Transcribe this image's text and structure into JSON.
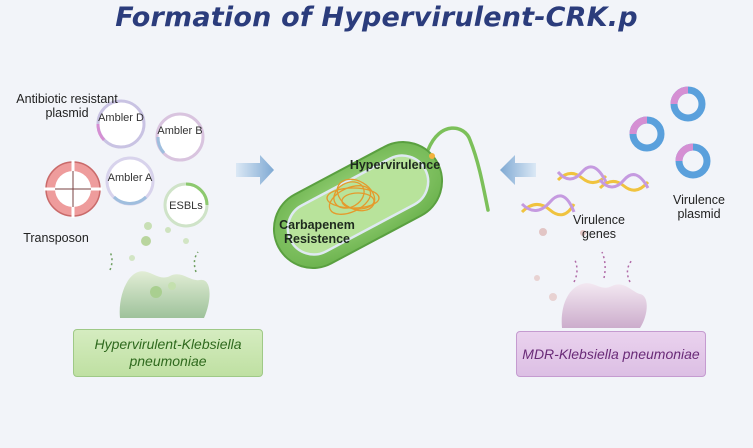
{
  "title": "Formation of Hypervirulent-CRK.p",
  "left": {
    "antibiotic_label": "Antibiotic resistant plasmid",
    "transposon_label": "Transposon",
    "plasmids": [
      {
        "label": "Ambler D"
      },
      {
        "label": "Ambler B"
      },
      {
        "label": "Ambler A"
      },
      {
        "label": "ESBLs"
      }
    ],
    "box_label": "Hypervirulent-Klebsiella pneumoniae"
  },
  "center": {
    "hypervirulence_label": "Hypervirulence",
    "carbapenem_label": "Carbapenem Resistence"
  },
  "right": {
    "virulence_genes_label": "Virulence genes",
    "virulence_plasmid_label": "Virulence plasmid",
    "box_label": "MDR-Klebsiella pneumoniae"
  },
  "colors": {
    "title": "#2b3c7c",
    "bacterium": "#8fcf6e",
    "nucleoid": "#f0a53a",
    "arrow": "#8fb4d8",
    "plasmid_ring": "#4a8fd1",
    "plasmid_accent": "#d58fd3",
    "transposon": "#e88e8e",
    "left_box": "#c9e6b0",
    "right_box": "#e3c8ea"
  }
}
